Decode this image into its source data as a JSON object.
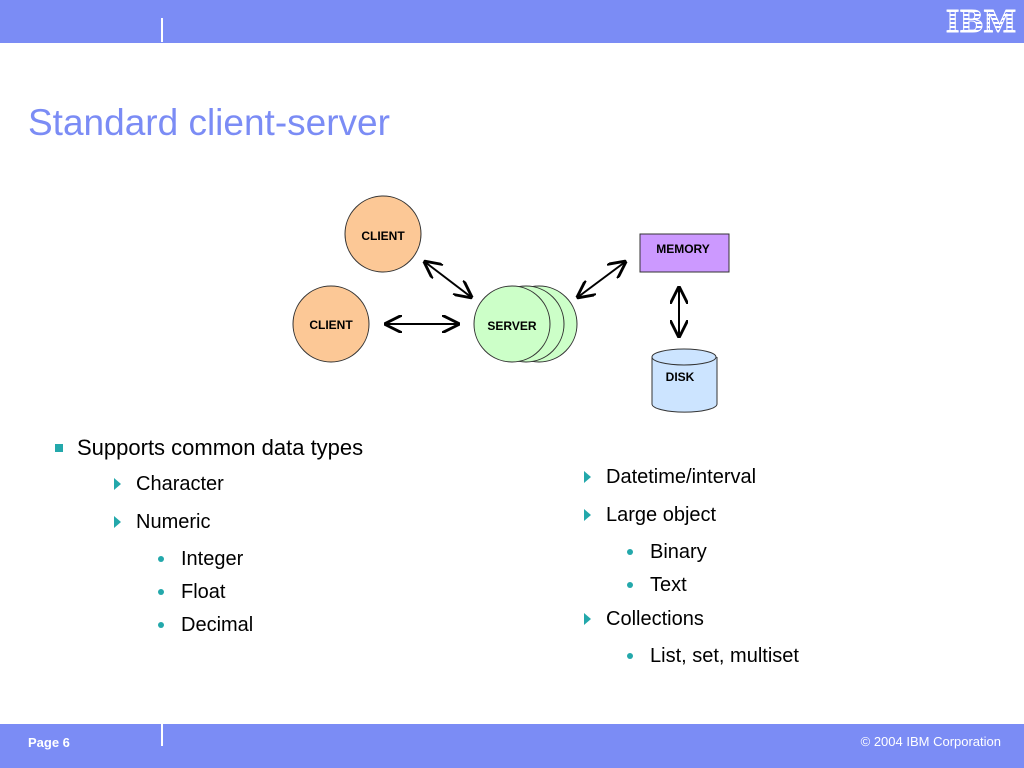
{
  "header": {
    "logo_text": "IBM"
  },
  "title": "Standard client-server",
  "diagram": {
    "client_top_label": "CLIENT",
    "client_left_label": "CLIENT",
    "server_label": "SERVER",
    "memory_label": "MEMORY",
    "disk_label": "DISK",
    "colors": {
      "client_fill": "#fcc896",
      "server_fill": "#ccffc8",
      "memory_fill": "#cc99ff",
      "disk_fill": "#cce4ff"
    }
  },
  "left_list": {
    "heading": "Supports common data types",
    "items": [
      "Character",
      "Numeric"
    ],
    "numeric_subitems": [
      "Integer",
      "Float",
      "Decimal"
    ]
  },
  "right_list": {
    "items": [
      "Datetime/interval",
      "Large object",
      "Collections"
    ],
    "large_object_subitems": [
      "Binary",
      "Text"
    ],
    "collections_subitems": [
      "List, set, multiset"
    ]
  },
  "footer": {
    "page": "Page 6",
    "copyright": "© 2004 IBM Corporation"
  }
}
